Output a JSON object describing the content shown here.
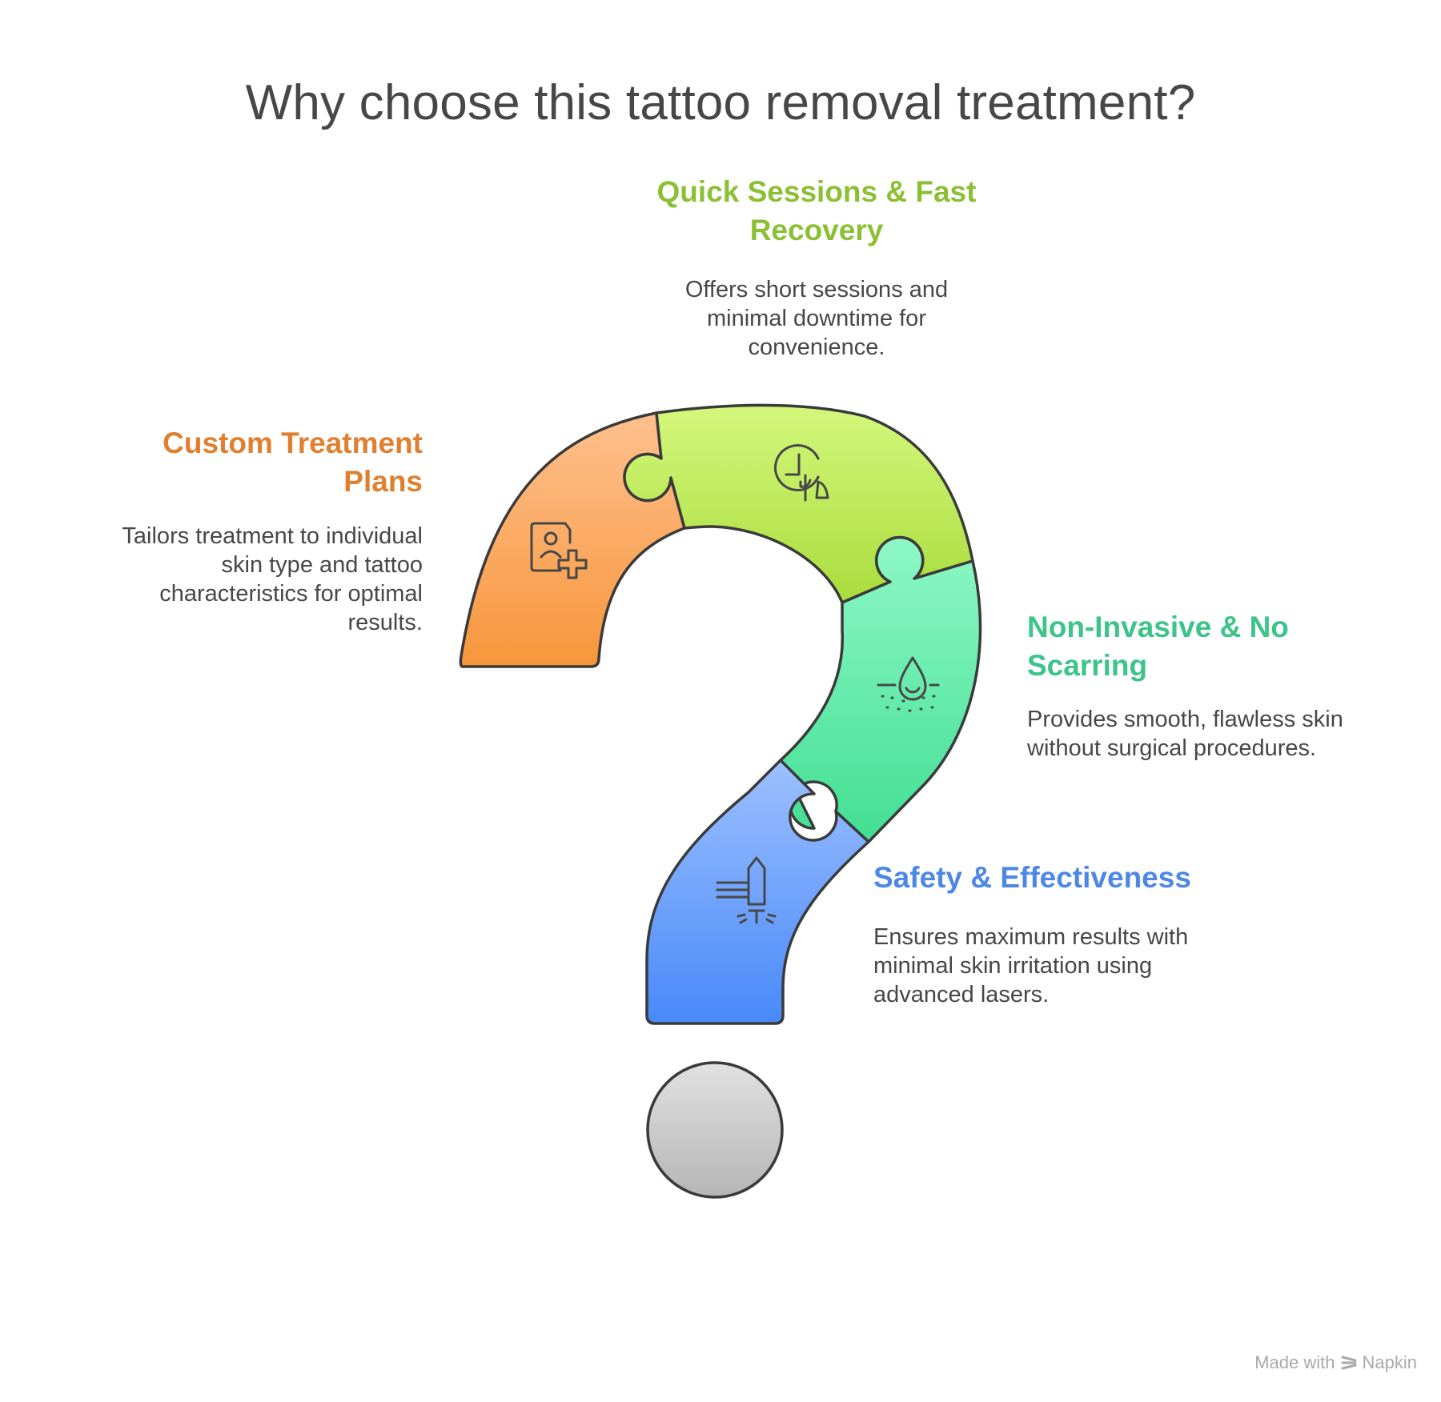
{
  "title": "Why choose this tattoo removal treatment?",
  "sections": [
    {
      "id": "quick",
      "heading_line1": "Quick Sessions & Fast",
      "heading_line2": "Recovery",
      "desc_lines": [
        "Offers short sessions and",
        "minimal downtime for",
        "convenience."
      ],
      "color": "#8bc035",
      "icon": "clock-massage-icon"
    },
    {
      "id": "custom",
      "heading_line1": "Custom Treatment",
      "heading_line2": "Plans",
      "desc_lines": [
        "Tailors treatment to individual",
        "skin type and tattoo",
        "characteristics for optimal",
        "results."
      ],
      "color": "#e07f2f",
      "icon": "patient-record-plus-icon"
    },
    {
      "id": "noninvasive",
      "heading_line1": "Non-Invasive & No",
      "heading_line2": "Scarring",
      "desc_lines": [
        "Provides smooth, flawless skin",
        "without surgical procedures."
      ],
      "color": "#3cc489",
      "icon": "skin-drop-icon"
    },
    {
      "id": "safety",
      "heading_line1": "Safety & Effectiveness",
      "desc_lines": [
        "Ensures maximum results with",
        "minimal skin irritation using",
        "advanced lasers."
      ],
      "color": "#4d88e6",
      "icon": "laser-device-icon"
    }
  ],
  "credit": {
    "text": "Made with",
    "brand": "Napkin"
  }
}
